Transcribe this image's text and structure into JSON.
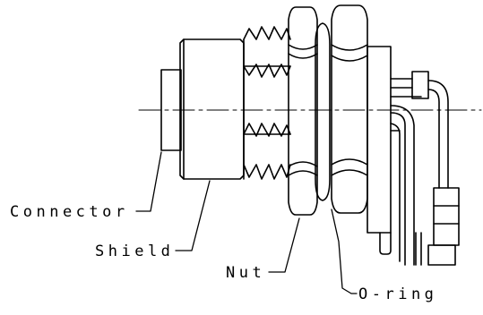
{
  "labels": {
    "connector": "Connector",
    "shield": "Shield",
    "nut": "Nut",
    "oring": "O-ring"
  },
  "colors": {
    "line": "#000000",
    "background": "#ffffff"
  }
}
